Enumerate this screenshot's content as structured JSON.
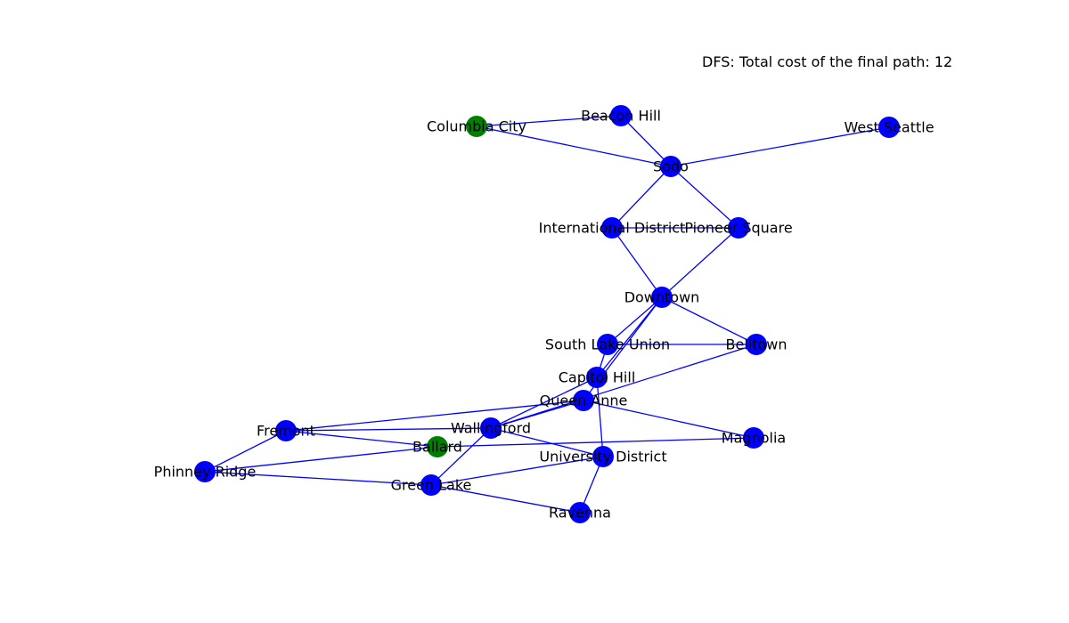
{
  "title": "DFS: Total cost of the final path: 12",
  "colors": {
    "edge": "#0000ff",
    "node_default": "#0000ff",
    "node_highlight": "#008000",
    "label": "#000000"
  },
  "nodes": [
    {
      "id": "columbia_city",
      "label": "Columbia City",
      "highlight": true
    },
    {
      "id": "beacon_hill",
      "label": "Beacon Hill",
      "highlight": false
    },
    {
      "id": "west_seattle",
      "label": "West Seattle",
      "highlight": false
    },
    {
      "id": "sodo",
      "label": "Sodo",
      "highlight": false
    },
    {
      "id": "international_district",
      "label": "International District",
      "highlight": false
    },
    {
      "id": "pioneer_square",
      "label": "Pioneer Square",
      "highlight": false
    },
    {
      "id": "downtown",
      "label": "Downtown",
      "highlight": false
    },
    {
      "id": "south_lake_union",
      "label": "South Lake Union",
      "highlight": false
    },
    {
      "id": "belltown",
      "label": "Belltown",
      "highlight": false
    },
    {
      "id": "capitol_hill",
      "label": "Capitol Hill",
      "highlight": false
    },
    {
      "id": "queen_anne",
      "label": "Queen Anne",
      "highlight": false
    },
    {
      "id": "fremont",
      "label": "Fremont",
      "highlight": false
    },
    {
      "id": "wallingford",
      "label": "Wallingford",
      "highlight": false
    },
    {
      "id": "ballard",
      "label": "Ballard",
      "highlight": true
    },
    {
      "id": "magnolia",
      "label": "Magnolia",
      "highlight": false
    },
    {
      "id": "phinney_ridge",
      "label": "Phinney Ridge",
      "highlight": false
    },
    {
      "id": "university_district",
      "label": "University District",
      "highlight": false
    },
    {
      "id": "green_lake",
      "label": "Green Lake",
      "highlight": false
    },
    {
      "id": "ravenna",
      "label": "Ravenna",
      "highlight": false
    }
  ],
  "edges": [
    [
      "columbia_city",
      "beacon_hill"
    ],
    [
      "columbia_city",
      "sodo"
    ],
    [
      "beacon_hill",
      "sodo"
    ],
    [
      "sodo",
      "west_seattle"
    ],
    [
      "sodo",
      "international_district"
    ],
    [
      "sodo",
      "pioneer_square"
    ],
    [
      "international_district",
      "pioneer_square"
    ],
    [
      "international_district",
      "downtown"
    ],
    [
      "pioneer_square",
      "downtown"
    ],
    [
      "downtown",
      "south_lake_union"
    ],
    [
      "downtown",
      "belltown"
    ],
    [
      "downtown",
      "capitol_hill"
    ],
    [
      "downtown",
      "queen_anne"
    ],
    [
      "south_lake_union",
      "belltown"
    ],
    [
      "south_lake_union",
      "capitol_hill"
    ],
    [
      "belltown",
      "wallingford"
    ],
    [
      "capitol_hill",
      "wallingford"
    ],
    [
      "capitol_hill",
      "university_district"
    ],
    [
      "queen_anne",
      "fremont"
    ],
    [
      "queen_anne",
      "wallingford"
    ],
    [
      "queen_anne",
      "magnolia"
    ],
    [
      "fremont",
      "wallingford"
    ],
    [
      "fremont",
      "ballard"
    ],
    [
      "fremont",
      "phinney_ridge"
    ],
    [
      "ballard",
      "magnolia"
    ],
    [
      "ballard",
      "phinney_ridge"
    ],
    [
      "wallingford",
      "university_district"
    ],
    [
      "wallingford",
      "green_lake"
    ],
    [
      "phinney_ridge",
      "green_lake"
    ],
    [
      "green_lake",
      "university_district"
    ],
    [
      "green_lake",
      "ravenna"
    ],
    [
      "university_district",
      "ravenna"
    ]
  ]
}
